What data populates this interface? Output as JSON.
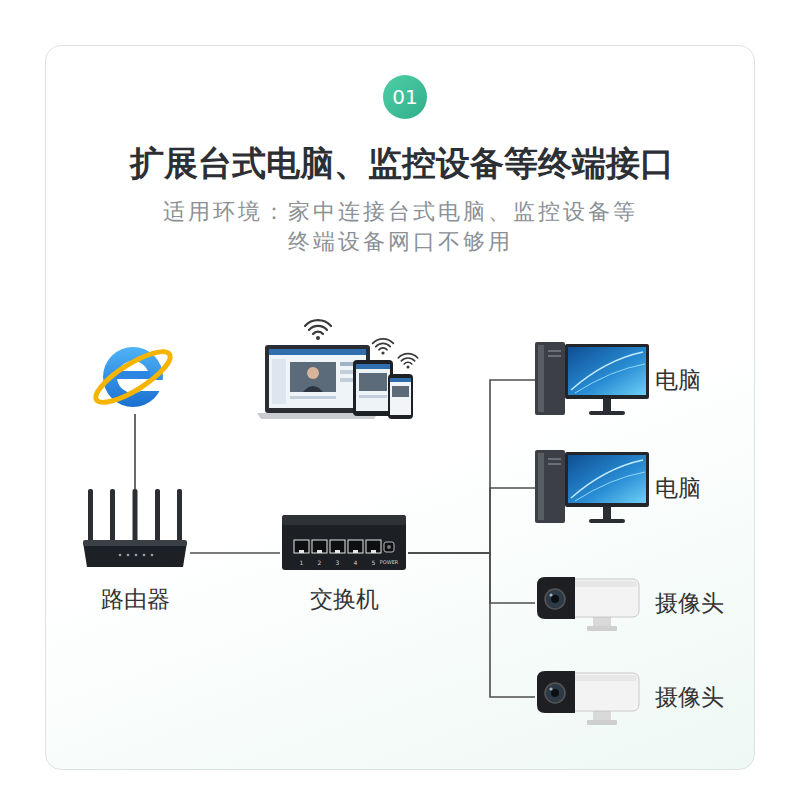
{
  "diagram": {
    "title": "扩展台式电脑、监控设备等终端接口",
    "nodes": [
      {
        "text": [
          "01"
        ]
      },
      {
        "text": [
          "路由器"
        ]
      },
      {
        "text": [
          "交换机"
        ]
      },
      {
        "text": [
          "电脑"
        ]
      },
      {
        "text": [
          "电脑"
        ]
      },
      {
        "text": [
          "摄像头"
        ]
      },
      {
        "text": [
          "摄像头"
        ]
      }
    ],
    "edges": [
      {
        "from": 1,
        "to": 2,
        "arrow": "none"
      },
      {
        "from": 2,
        "to": 3,
        "arrow": "none"
      },
      {
        "from": 2,
        "to": 4,
        "arrow": "none"
      },
      {
        "from": 2,
        "to": 5,
        "arrow": "none"
      },
      {
        "from": 2,
        "to": 6,
        "arrow": "none"
      }
    ],
    "labels": [
      "适用环境：家中连接台式电脑、监控设备等 终端设备网口不够用",
      "1",
      "2",
      "3",
      "4",
      "5",
      "POWER"
    ]
  }
}
